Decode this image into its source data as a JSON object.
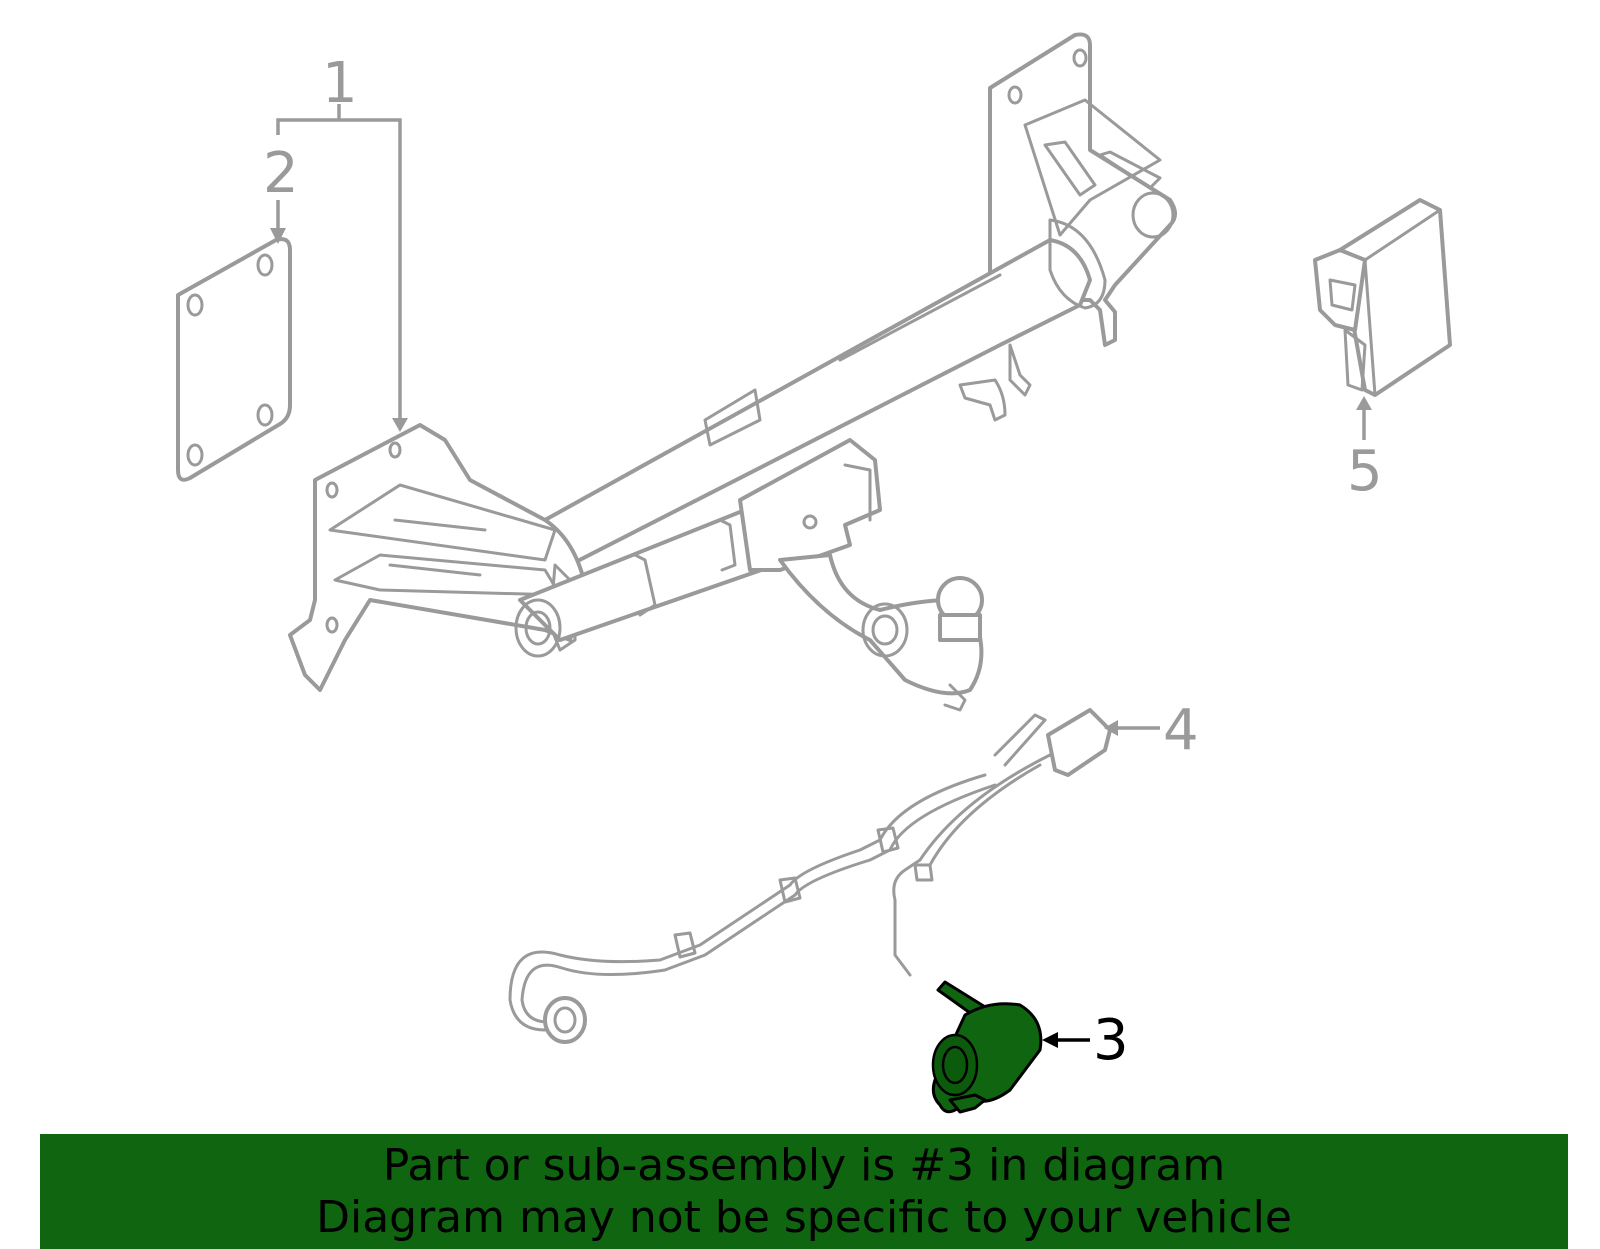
{
  "callouts": {
    "c1": "1",
    "c2": "2",
    "c3": "3",
    "c4": "4",
    "c5": "5"
  },
  "banner": {
    "line1": "Part or sub-assembly is #3 in diagram",
    "line2": "Diagram may not be specific to your vehicle"
  },
  "colors": {
    "highlight": "#106510",
    "line_art": "#9a9a9a",
    "banner_background": "#106510"
  }
}
